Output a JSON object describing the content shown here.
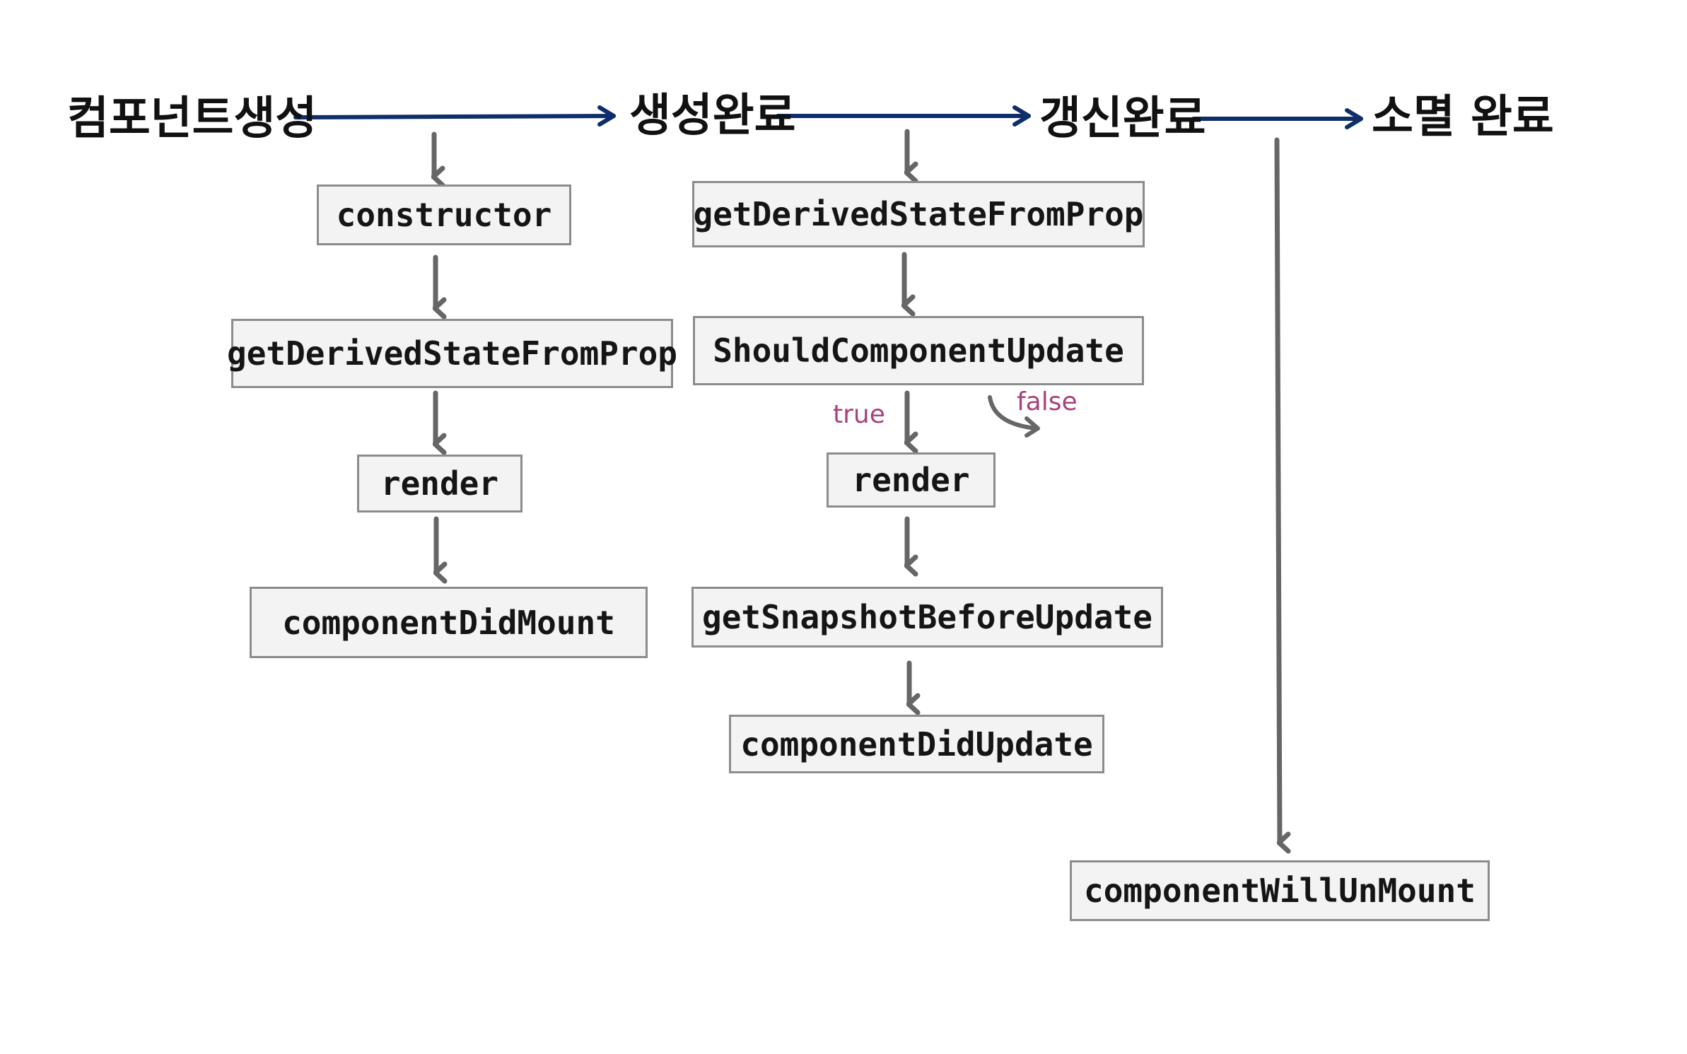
{
  "stages": {
    "create": "컴포넌트생성",
    "mounted": "생성완료",
    "updated": "갱신완료",
    "unmounted": "소멸 완료"
  },
  "mount_methods": {
    "constructor": "constructor",
    "derived_state": "getDerivedStateFromProp",
    "render": "render",
    "did_mount": "componentDidMount"
  },
  "update_methods": {
    "derived_state": "getDerivedStateFromProp",
    "should_update": "ShouldComponentUpdate",
    "render": "render",
    "snapshot": "getSnapshotBeforeUpdate",
    "did_update": "componentDidUpdate"
  },
  "unmount_methods": {
    "will_unmount": "componentWillUnMount"
  },
  "branches": {
    "true_label": "true",
    "false_label": "false"
  },
  "colors": {
    "timeline_arrow": "#0d2d6b",
    "flow_arrow": "#666666",
    "box_fill": "#f3f3f3",
    "box_border": "#8c8c8c",
    "branch_label": "#a8417c"
  }
}
